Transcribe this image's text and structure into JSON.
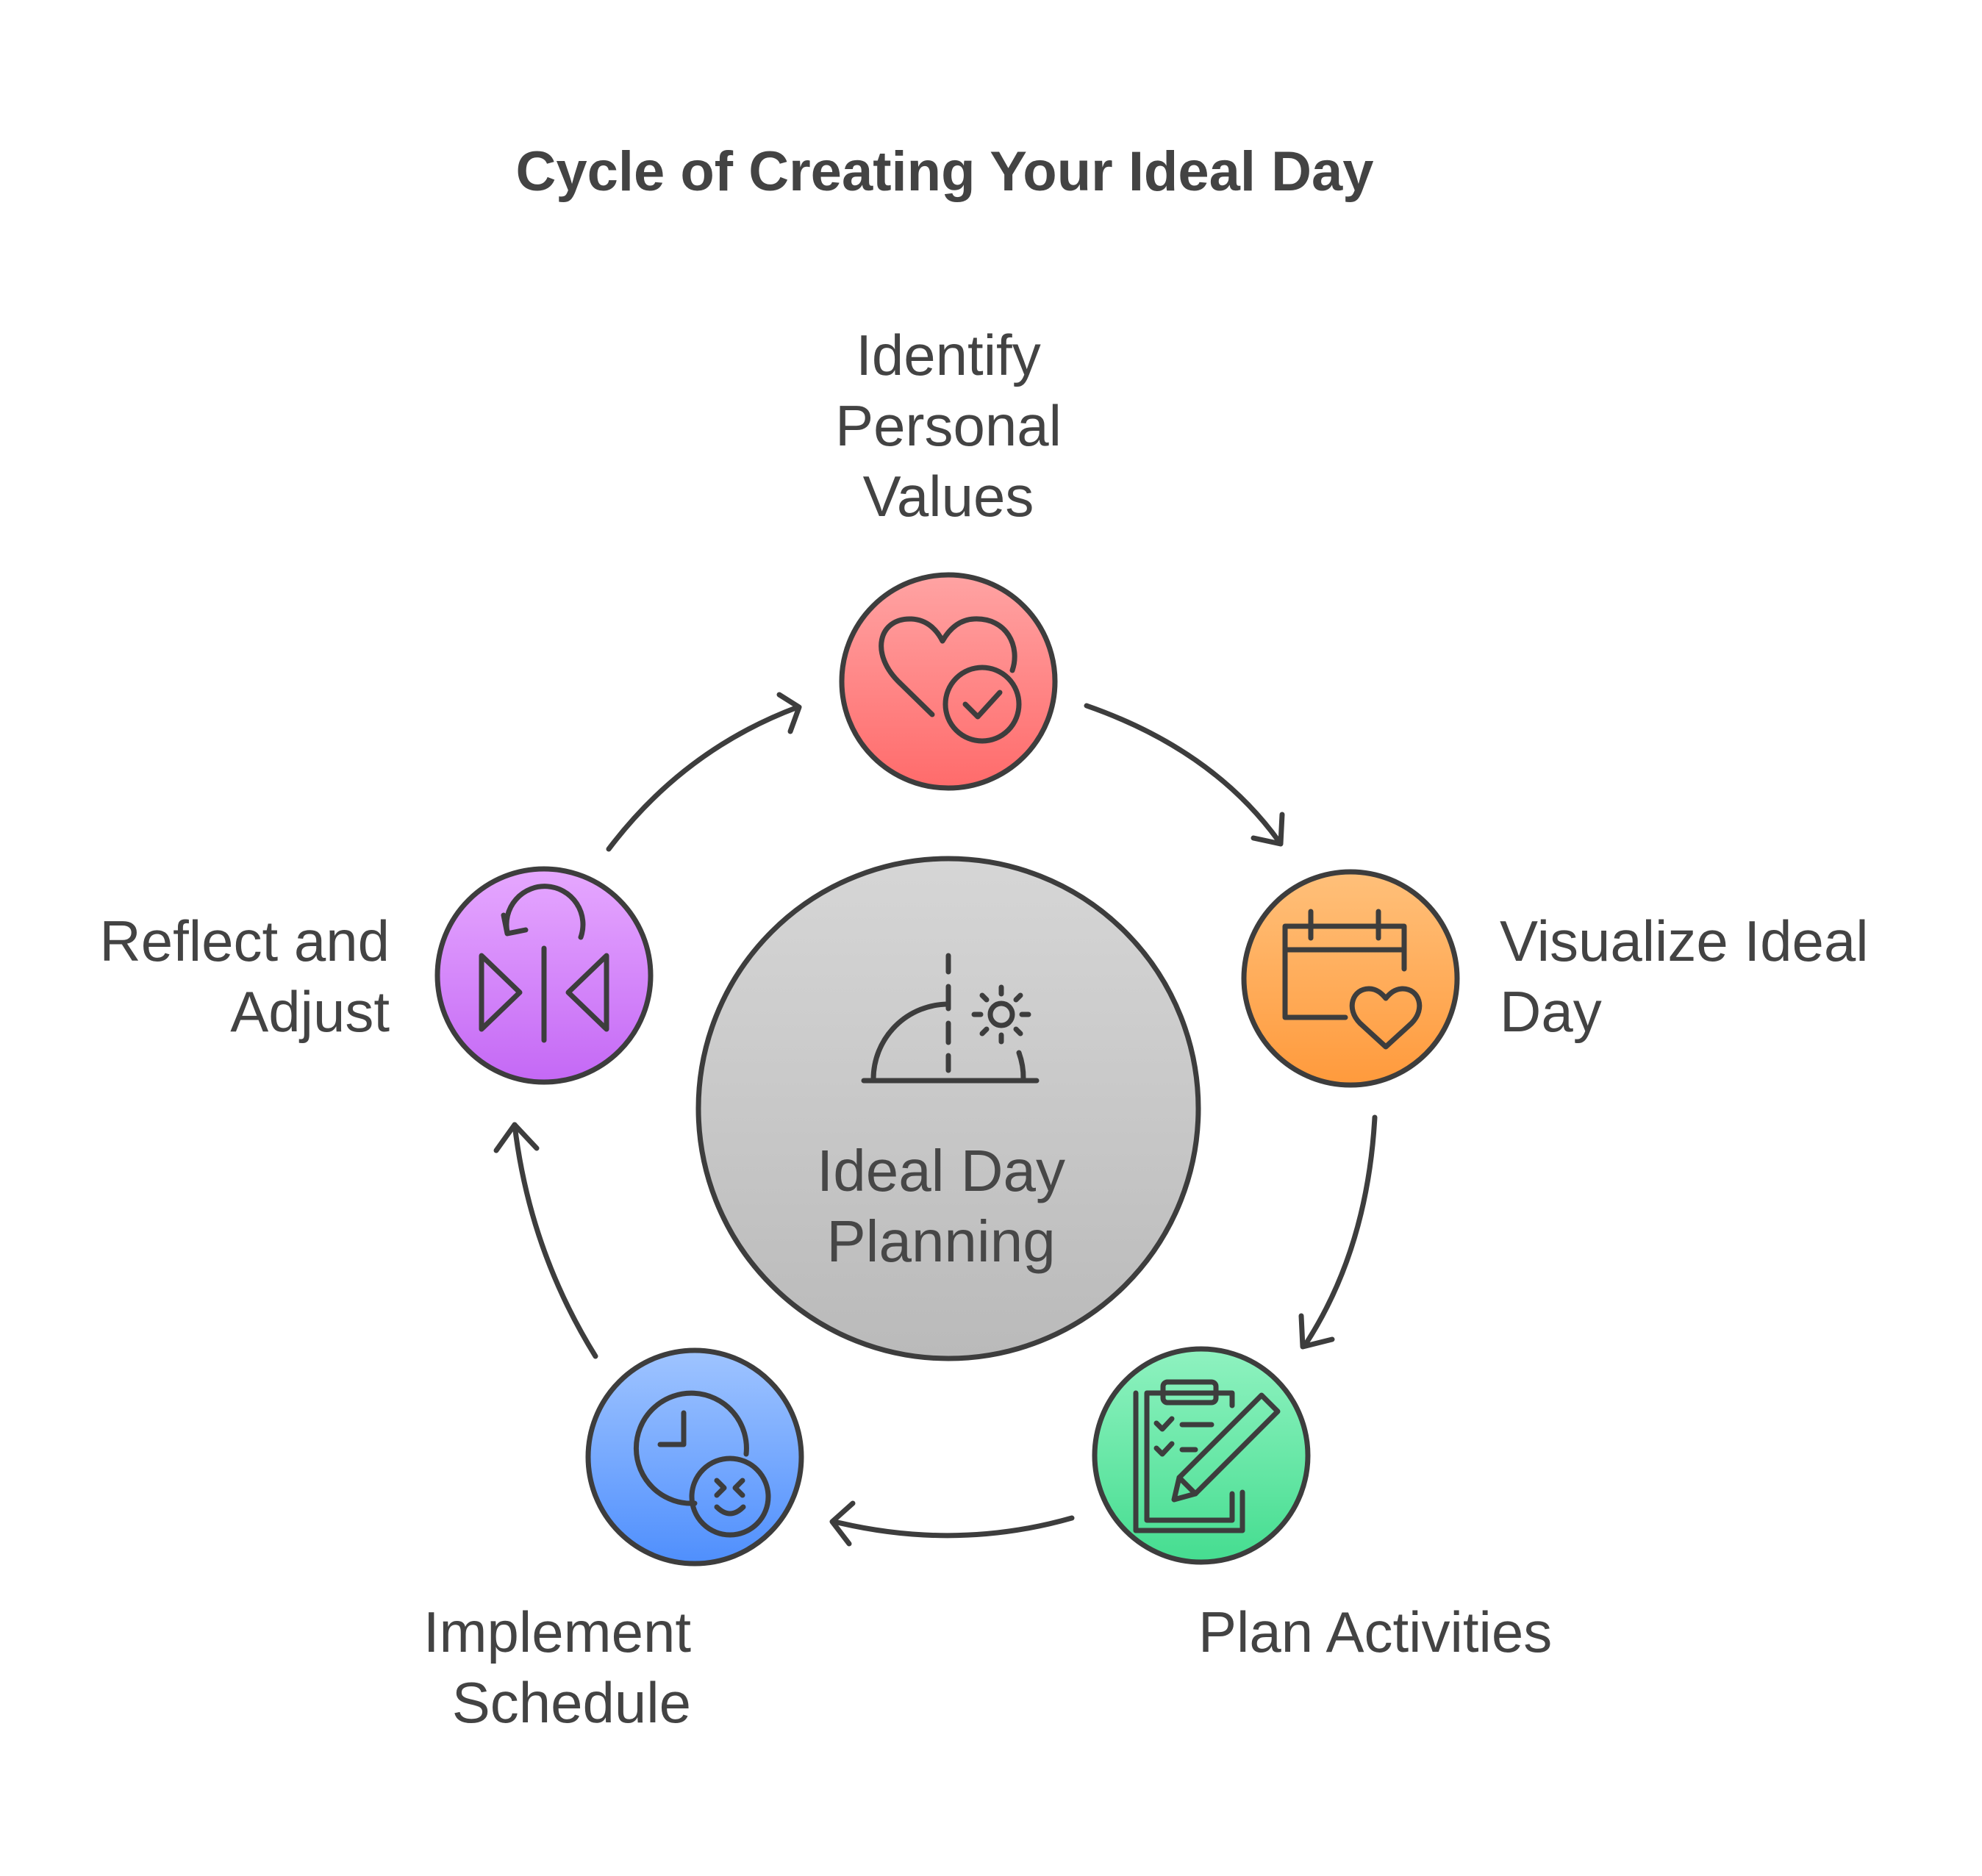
{
  "title": "Cycle of Creating Your Ideal Day",
  "center": {
    "line1": "Ideal Day",
    "line2": "Planning",
    "icon": "sunrise-icon"
  },
  "steps": [
    {
      "line1": "Identify",
      "line2": "Personal",
      "line3": "Values",
      "icon": "heart-check-icon",
      "color_top": "#ffa3a3",
      "color_bottom": "#ff6b6b"
    },
    {
      "line1": "Visualize Ideal",
      "line2": "Day",
      "icon": "calendar-heart-icon",
      "color_top": "#ffc07a",
      "color_bottom": "#ff9a3c"
    },
    {
      "line1": "Plan Activities",
      "icon": "clipboard-pencil-icon",
      "color_top": "#8ff2c0",
      "color_bottom": "#45dd90"
    },
    {
      "line1": "Implement",
      "line2": "Schedule",
      "icon": "clock-face-icon",
      "color_top": "#9fc4ff",
      "color_bottom": "#4f8ffd"
    },
    {
      "line1": "Reflect and",
      "line2": "Adjust",
      "icon": "flip-reflect-icon",
      "color_top": "#e6a8ff",
      "color_bottom": "#c468f5"
    }
  ],
  "colors": {
    "stroke": "#3d3d3d",
    "center_top": "#d6d6d6",
    "center_bottom": "#bababa"
  }
}
